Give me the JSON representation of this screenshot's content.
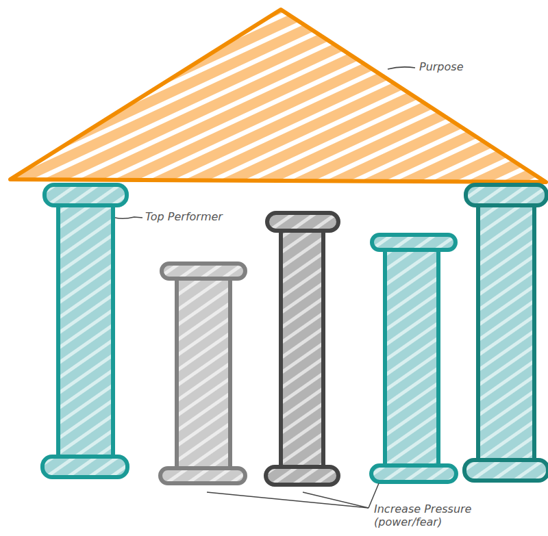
{
  "diagram": {
    "labels": [
      "Purpose",
      "Top Performer",
      "Increase Pressure (power/fear)"
    ]
  }
}
